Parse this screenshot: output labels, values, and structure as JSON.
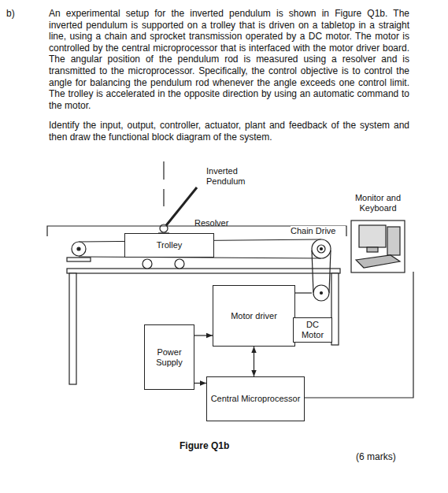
{
  "diagram": {
    "caption": "Figure Q1b",
    "nodes": [
      {
        "text": [
          "Trolley"
        ]
      },
      {
        "text": [
          "Motor driver"
        ]
      },
      {
        "text": [
          "DC Motor"
        ]
      },
      {
        "text": [
          "Power Supply"
        ]
      },
      {
        "text": [
          "Central Microprocessor"
        ]
      }
    ],
    "edges": [
      {
        "from": 3,
        "to": 1,
        "arrow": "to"
      },
      {
        "from": 3,
        "to": 4,
        "arrow": "to"
      },
      {
        "from": 1,
        "to": 4,
        "arrow": "both"
      }
    ],
    "labels": [
      "b)",
      "An experimental setup for the inverted pendulum is shown in Figure Q1b. The inverted pendulum is supported on a trolley that is driven on a tabletop in a straight line, using a chain and sprocket transmission operated by a DC motor. The motor is controlled by the central microprocessor that is interfaced with the motor driver board. The angular position of the pendulum rod is measured using a resolver and is transmitted to the microprocessor. Specifically, the control objective is to control the angle for balancing the pendulum rod whenever the angle exceeds one control limit. The trolley is accelerated in the opposite direction by using an automatic command to the motor.",
      "Identify the input, output, controller, actuator, plant and feedback of the system and then draw the functional block diagram of the system.",
      "Inverted Pendulum",
      "Resolver",
      "Chain Drive",
      "Monitor and Keyboard",
      "(6 marks)"
    ]
  }
}
